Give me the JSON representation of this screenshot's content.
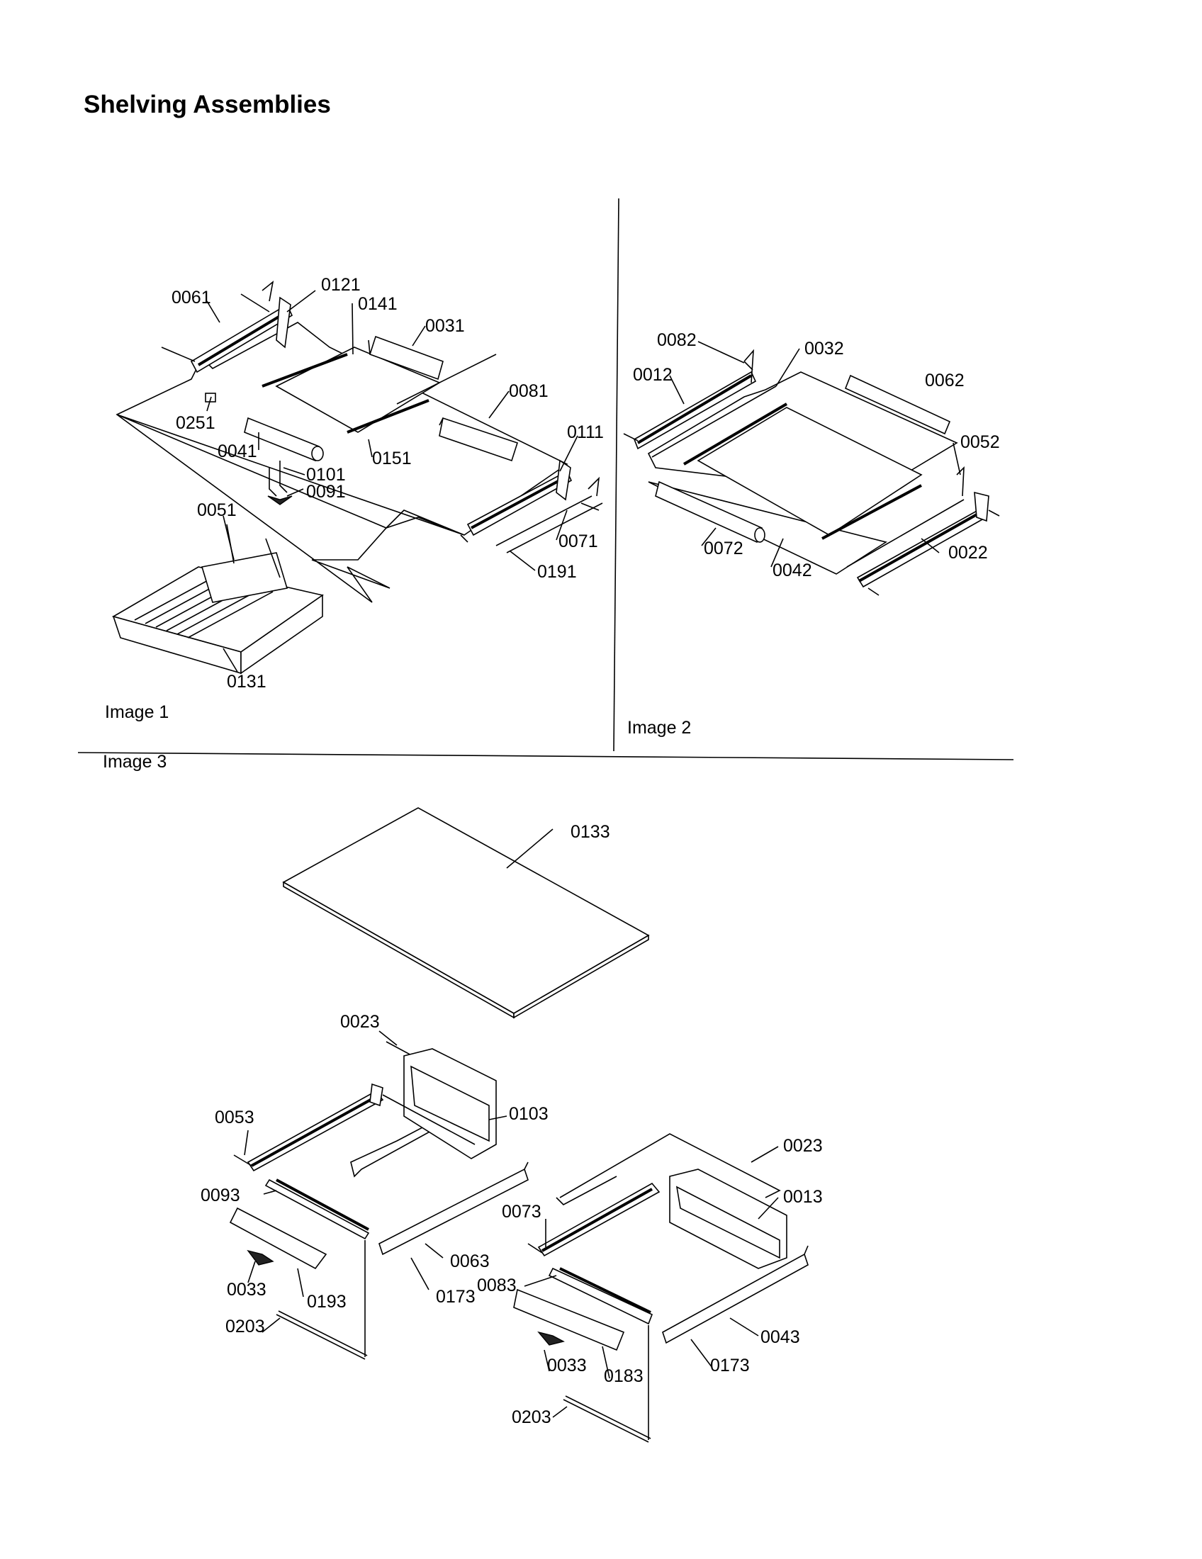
{
  "page": {
    "title": "Shelving Assemblies"
  },
  "panels": [
    {
      "caption": "Image 1",
      "callouts": [
        "0061",
        "0121",
        "0141",
        "0031",
        "0081",
        "0251",
        "0041",
        "0151",
        "0101",
        "0091",
        "0111",
        "0051",
        "0071",
        "0191",
        "0131"
      ]
    },
    {
      "caption": "Image 2",
      "callouts": [
        "0082",
        "0032",
        "0012",
        "0062",
        "0052",
        "0072",
        "0042",
        "0022"
      ]
    },
    {
      "caption": "Image 3",
      "callouts": [
        "0133",
        "0023",
        "0053",
        "0103",
        "0093",
        "0063",
        "0033",
        "0193",
        "0173",
        "0203",
        "0023",
        "0013",
        "0073",
        "0083",
        "0043",
        "0033",
        "0183",
        "0173",
        "0203"
      ]
    }
  ]
}
